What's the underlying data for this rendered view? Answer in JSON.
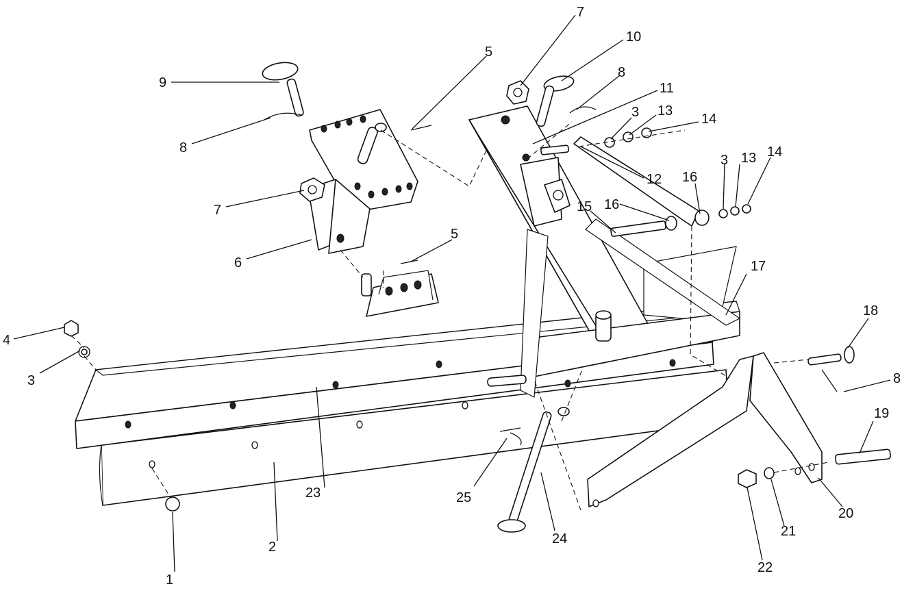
{
  "callouts": {
    "c1": "1",
    "c2": "2",
    "c3a": "3",
    "c3b": "3",
    "c3c": "3",
    "c4": "4",
    "c5a": "5",
    "c5b": "5",
    "c6": "6",
    "c7a": "7",
    "c7b": "7",
    "c8a": "8",
    "c8b": "8",
    "c8c": "8",
    "c9": "9",
    "c10": "10",
    "c11": "11",
    "c12": "12",
    "c13a": "13",
    "c13b": "13",
    "c14a": "14",
    "c14b": "14",
    "c15": "15",
    "c16a": "16",
    "c16b": "16",
    "c17": "17",
    "c18": "18",
    "c19": "19",
    "c20": "20",
    "c21": "21",
    "c22": "22",
    "c23": "23",
    "c24": "24",
    "c25": "25"
  }
}
